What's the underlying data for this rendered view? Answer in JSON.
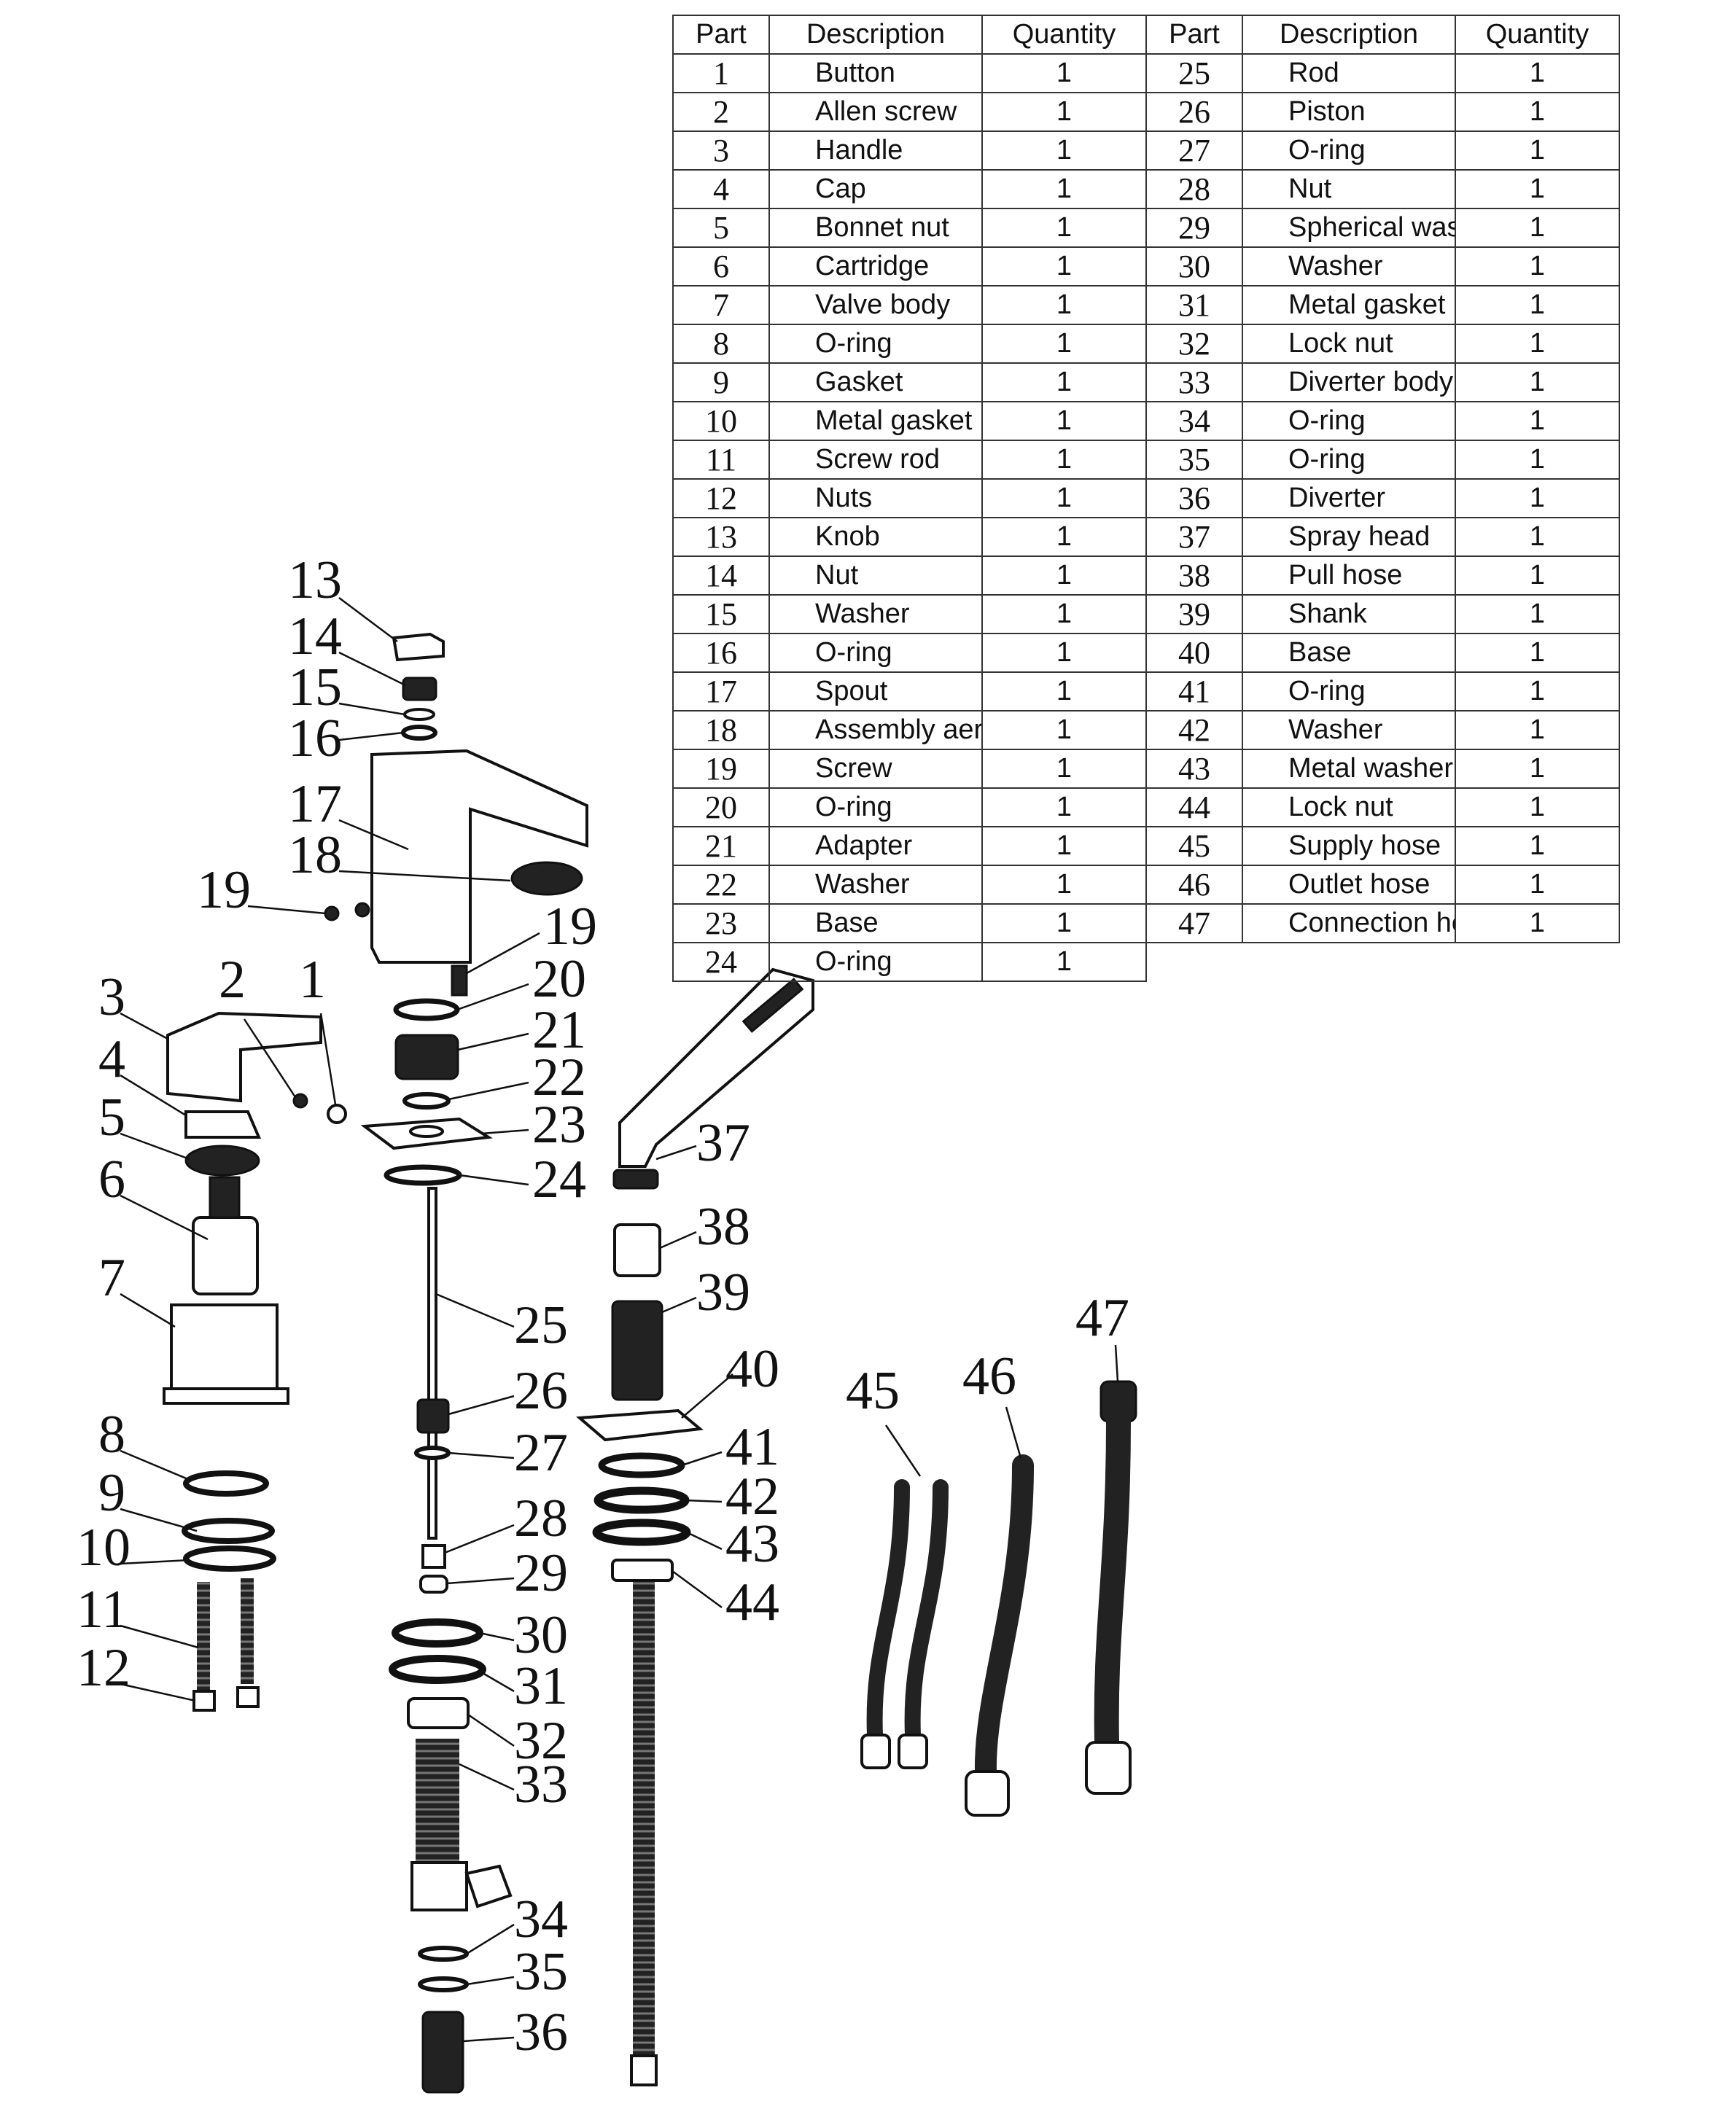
{
  "table": {
    "headers": [
      "Part",
      "Description",
      "Quantity"
    ],
    "rows": [
      {
        "part": "1",
        "description": "Button",
        "quantity": "1"
      },
      {
        "part": "2",
        "description": "Allen screw",
        "quantity": "1"
      },
      {
        "part": "3",
        "description": "Handle",
        "quantity": "1"
      },
      {
        "part": "4",
        "description": "Cap",
        "quantity": "1"
      },
      {
        "part": "5",
        "description": "Bonnet nut",
        "quantity": "1"
      },
      {
        "part": "6",
        "description": "Cartridge",
        "quantity": "1"
      },
      {
        "part": "7",
        "description": "Valve body",
        "quantity": "1"
      },
      {
        "part": "8",
        "description": "O-ring",
        "quantity": "1"
      },
      {
        "part": "9",
        "description": "Gasket",
        "quantity": "1"
      },
      {
        "part": "10",
        "description": "Metal gasket",
        "quantity": "1"
      },
      {
        "part": "11",
        "description": "Screw rod",
        "quantity": "1"
      },
      {
        "part": "12",
        "description": "Nuts",
        "quantity": "1"
      },
      {
        "part": "13",
        "description": "Knob",
        "quantity": "1"
      },
      {
        "part": "14",
        "description": "Nut",
        "quantity": "1"
      },
      {
        "part": "15",
        "description": "Washer",
        "quantity": "1"
      },
      {
        "part": "16",
        "description": "O-ring",
        "quantity": "1"
      },
      {
        "part": "17",
        "description": "Spout",
        "quantity": "1"
      },
      {
        "part": "18",
        "description": "Assembly aerator",
        "quantity": "1"
      },
      {
        "part": "19",
        "description": "Screw",
        "quantity": "1"
      },
      {
        "part": "20",
        "description": "O-ring",
        "quantity": "1"
      },
      {
        "part": "21",
        "description": "Adapter",
        "quantity": "1"
      },
      {
        "part": "22",
        "description": "Washer",
        "quantity": "1"
      },
      {
        "part": "23",
        "description": "Base",
        "quantity": "1"
      },
      {
        "part": "24",
        "description": "O-ring",
        "quantity": "1"
      },
      {
        "part": "25",
        "description": "Rod",
        "quantity": "1"
      },
      {
        "part": "26",
        "description": "Piston",
        "quantity": "1"
      },
      {
        "part": "27",
        "description": "O-ring",
        "quantity": "1"
      },
      {
        "part": "28",
        "description": "Nut",
        "quantity": "1"
      },
      {
        "part": "29",
        "description": "Spherical washer",
        "quantity": "1"
      },
      {
        "part": "30",
        "description": "Washer",
        "quantity": "1"
      },
      {
        "part": "31",
        "description": "Metal gasket",
        "quantity": "1"
      },
      {
        "part": "32",
        "description": "Lock nut",
        "quantity": "1"
      },
      {
        "part": "33",
        "description": "Diverter body",
        "quantity": "1"
      },
      {
        "part": "34",
        "description": "O-ring",
        "quantity": "1"
      },
      {
        "part": "35",
        "description": "O-ring",
        "quantity": "1"
      },
      {
        "part": "36",
        "description": "Diverter",
        "quantity": "1"
      },
      {
        "part": "37",
        "description": "Spray head",
        "quantity": "1"
      },
      {
        "part": "38",
        "description": "Pull hose",
        "quantity": "1"
      },
      {
        "part": "39",
        "description": "Shank",
        "quantity": "1"
      },
      {
        "part": "40",
        "description": "Base",
        "quantity": "1"
      },
      {
        "part": "41",
        "description": "O-ring",
        "quantity": "1"
      },
      {
        "part": "42",
        "description": "Washer",
        "quantity": "1"
      },
      {
        "part": "43",
        "description": "Metal washer",
        "quantity": "1"
      },
      {
        "part": "44",
        "description": "Lock nut",
        "quantity": "1"
      },
      {
        "part": "45",
        "description": "Supply hose",
        "quantity": "1"
      },
      {
        "part": "46",
        "description": "Outlet hose",
        "quantity": "1"
      },
      {
        "part": "47",
        "description": "Connection hose",
        "quantity": "1"
      }
    ]
  },
  "callouts": [
    "1",
    "2",
    "3",
    "4",
    "5",
    "6",
    "7",
    "8",
    "9",
    "10",
    "11",
    "12",
    "13",
    "14",
    "15",
    "16",
    "17",
    "18",
    "19",
    "19",
    "20",
    "21",
    "22",
    "23",
    "24",
    "25",
    "26",
    "27",
    "28",
    "29",
    "30",
    "31",
    "32",
    "33",
    "34",
    "35",
    "36",
    "37",
    "38",
    "39",
    "40",
    "41",
    "42",
    "43",
    "44",
    "45",
    "46",
    "47"
  ]
}
